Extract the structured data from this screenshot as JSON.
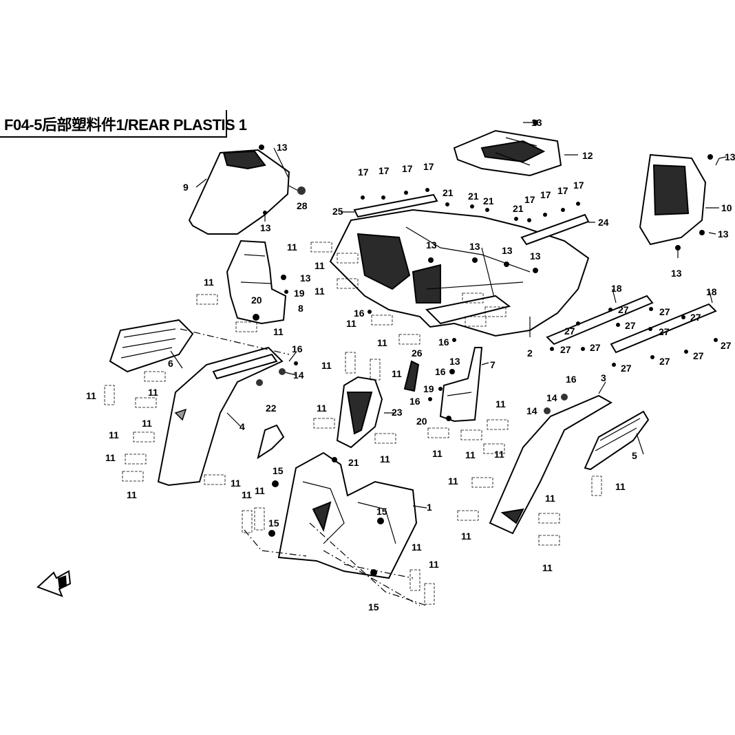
{
  "title": "F04-5后部塑料件1/REAR PLASTIS 1",
  "callouts": {
    "c1": "1",
    "c2": "2",
    "c3": "3",
    "c4": "4",
    "c5": "5",
    "c6": "6",
    "c7": "7",
    "c8": "8",
    "c9": "9",
    "c10": "10",
    "c11": "11",
    "c12": "12",
    "c13": "13",
    "c14": "14",
    "c15": "15",
    "c16": "16",
    "c17": "17",
    "c18": "18",
    "c19": "19",
    "c20": "20",
    "c21": "21",
    "c22": "22",
    "c23": "23",
    "c24": "24",
    "c25": "25",
    "c26": "26",
    "c27": "27",
    "c28": "28"
  },
  "colors": {
    "ink": "#000000",
    "background": "#ffffff",
    "shade": "#2a2a2a"
  },
  "icons": {
    "direction_arrow": "front-direction-arrow-icon"
  }
}
